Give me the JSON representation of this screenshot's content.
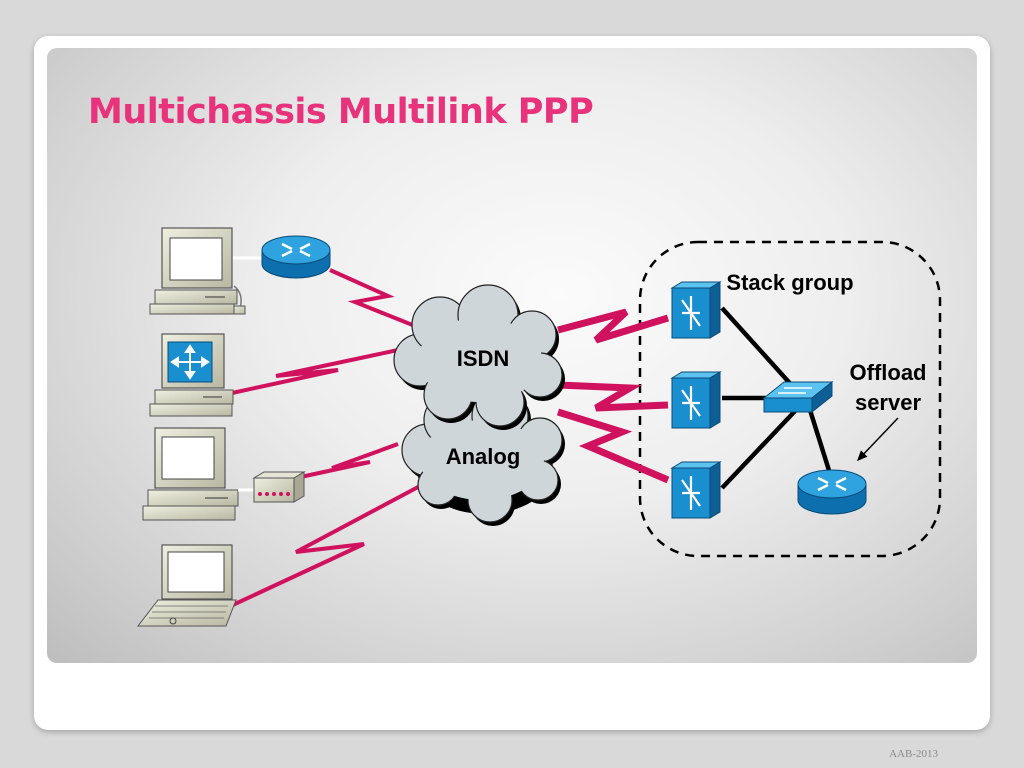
{
  "slide": {
    "title": "Multichassis Multilink PPP",
    "footer": "AAB-2013"
  },
  "diagram": {
    "clouds": [
      {
        "label": "ISDN"
      },
      {
        "label": "Analog"
      }
    ],
    "stack_group": {
      "label": "Stack group"
    },
    "offload_server": {
      "label_line1": "Offload",
      "label_line2": "server"
    },
    "colors": {
      "link": "#d0115e",
      "device_blue": "#1a8fd0",
      "cloud": "#cfd6da",
      "title": "#e8327c"
    },
    "icons": [
      "pc-icon",
      "router-icon",
      "isdn-terminal-icon",
      "modem-icon",
      "laptop-icon",
      "access-server-icon",
      "lan-switch-icon",
      "cloud-icon"
    ]
  }
}
